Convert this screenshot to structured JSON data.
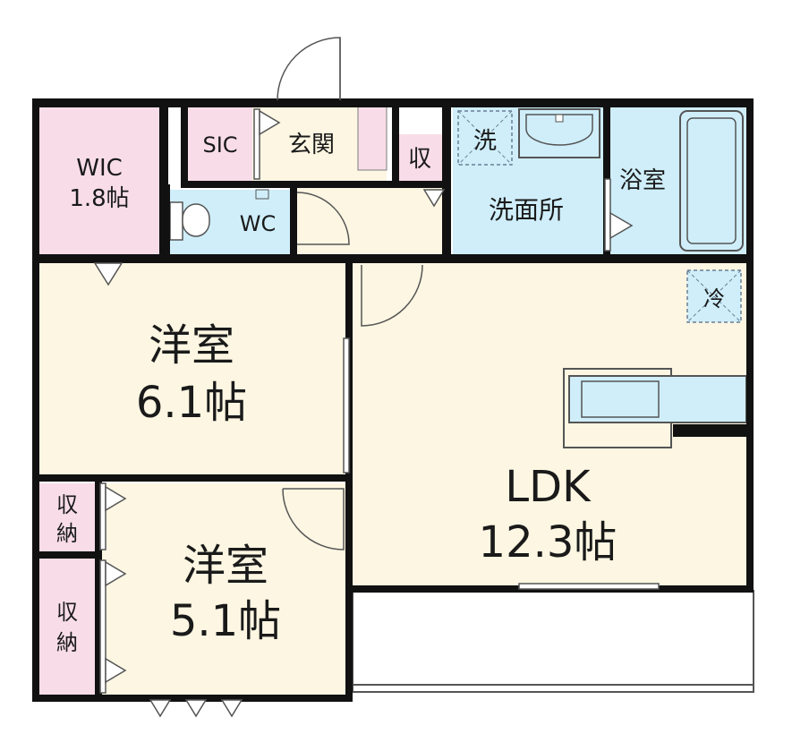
{
  "colors": {
    "wall": "#111111",
    "pink": "#f8dde8",
    "cream": "#fcf6e2",
    "blue": "#cfeefa",
    "line": "#7a7a7a"
  },
  "rooms": {
    "wic": {
      "name": "WIC",
      "size": "1.8帖"
    },
    "sic": {
      "name": "SIC"
    },
    "genkan": {
      "name": "玄関"
    },
    "shu_small": {
      "name": "収"
    },
    "sen": {
      "name": "洗"
    },
    "senmenjo": {
      "name": "洗面所"
    },
    "yokushitsu": {
      "name": "浴室"
    },
    "wc": {
      "name": "WC"
    },
    "rei": {
      "name": "冷"
    },
    "yoshitsu1": {
      "name": "洋室",
      "size": "6.1帖"
    },
    "ldk": {
      "name": "LDK",
      "size": "12.3帖"
    },
    "yoshitsu2": {
      "name": "洋室",
      "size": "5.1帖"
    },
    "shuno1": {
      "line1": "収",
      "line2": "納"
    },
    "shuno2": {
      "line1": "収",
      "line2": "納"
    }
  }
}
